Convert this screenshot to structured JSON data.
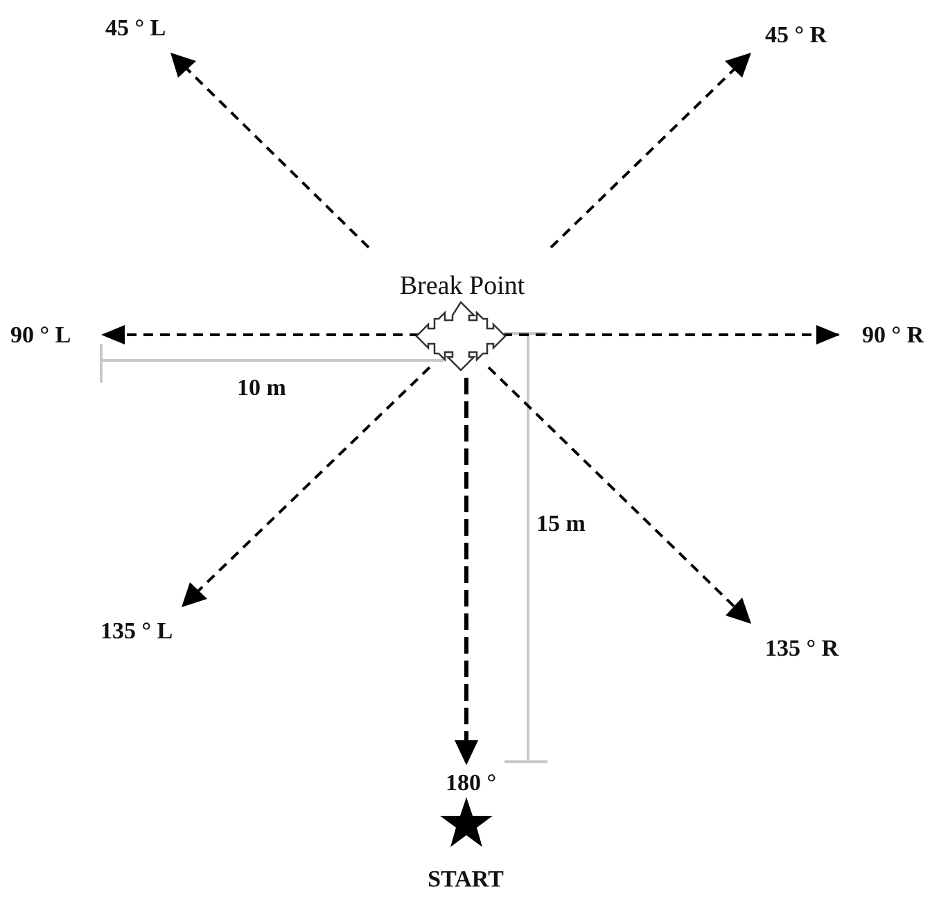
{
  "break_point": {
    "label": "Break Point"
  },
  "directions": {
    "d45L": "45 ° L",
    "d45R": "45 ° R",
    "d90L": "90 ° L",
    "d90R": "90 ° R",
    "d135L": "135 ° L",
    "d135R": "135 ° R",
    "d180": "180 °"
  },
  "dimensions": {
    "horizontal": "10 m",
    "vertical": "15 m"
  },
  "start": {
    "label": "START",
    "icon": "star-icon"
  },
  "colors": {
    "arrows": "#000000",
    "dimension_lines": "#c8c8c8",
    "text": "#111111"
  }
}
